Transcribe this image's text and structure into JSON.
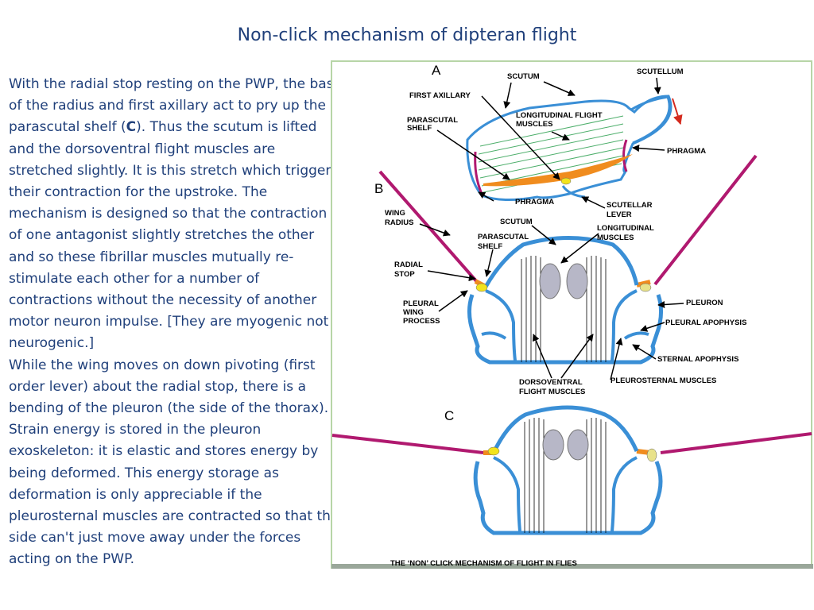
{
  "title": "Non-click mechanism of dipteran flight",
  "body": {
    "p1_before": "With the radial stop resting on the PWP, the base of the radius and first axillary act to pry up the parascutal shelf (",
    "p1_bold": "C",
    "p1_after": "). Thus the scutum is lifted and the dorsoventral flight muscles are stretched slightly. It is this stretch which triggers their contraction for the upstroke. The mechanism is designed so that the contraction of one antagonist slightly stretches the other and so these fibrillar muscles mutually re-stimulate each other for a number of contractions without the necessity of another motor neuron impulse. [They are myogenic not neurogenic.]",
    "p2": "While the wing moves on down pivoting (first order lever) about the radial stop, there is a bending of the pleuron (the side of the thorax). Strain energy is stored in the pleuron exoskeleton: it is elastic and stores energy by being deformed. This energy storage as deformation is only appreciable if the pleurosternal muscles are contracted so that the side can't just move away under the forces acting on the PWP."
  },
  "figure": {
    "panel_a": "A",
    "panel_b": "B",
    "panel_c": "C",
    "labels": {
      "scutum_a": "SCUTUM",
      "scutellum": "SCUTELLUM",
      "first_axillary": "FIRST AXILLARY",
      "parascutal_a1": "PARASCUTAL",
      "parascutal_a2": "SHELF",
      "long_a1": "LONGITUDINAL FLIGHT",
      "long_a2": "MUSCLES",
      "phragma_r": "PHRAGMA",
      "phragma_b": "PHRAGMA",
      "scutellar1": "SCUTELLAR",
      "scutellar2": "LEVER",
      "wing_radius1": "WING",
      "wing_radius2": "RADIUS",
      "scutum_b": "SCUTUM",
      "long_b1": "LONGITUDINAL",
      "long_b2": "MUSCLES",
      "parascutal_b1": "PARASCUTAL",
      "parascutal_b2": "SHELF",
      "radial1": "RADIAL",
      "radial2": "STOP",
      "pleural1": "PLEURAL",
      "pleural2": "WING",
      "pleural3": "PROCESS",
      "pleuron": "PLEURON",
      "pleural_apophysis": "PLEURAL APOPHYSIS",
      "sternal_apophysis": "STERNAL APOPHYSIS",
      "dorsoventral1": "DORSOVENTRAL",
      "dorsoventral2": "FLIGHT MUSCLES",
      "pleurosternal": "PLEUROSTERNAL MUSCLES"
    },
    "caption": "THE ‘NON’ CLICK MECHANISM OF FLIGHT IN FLIES"
  }
}
